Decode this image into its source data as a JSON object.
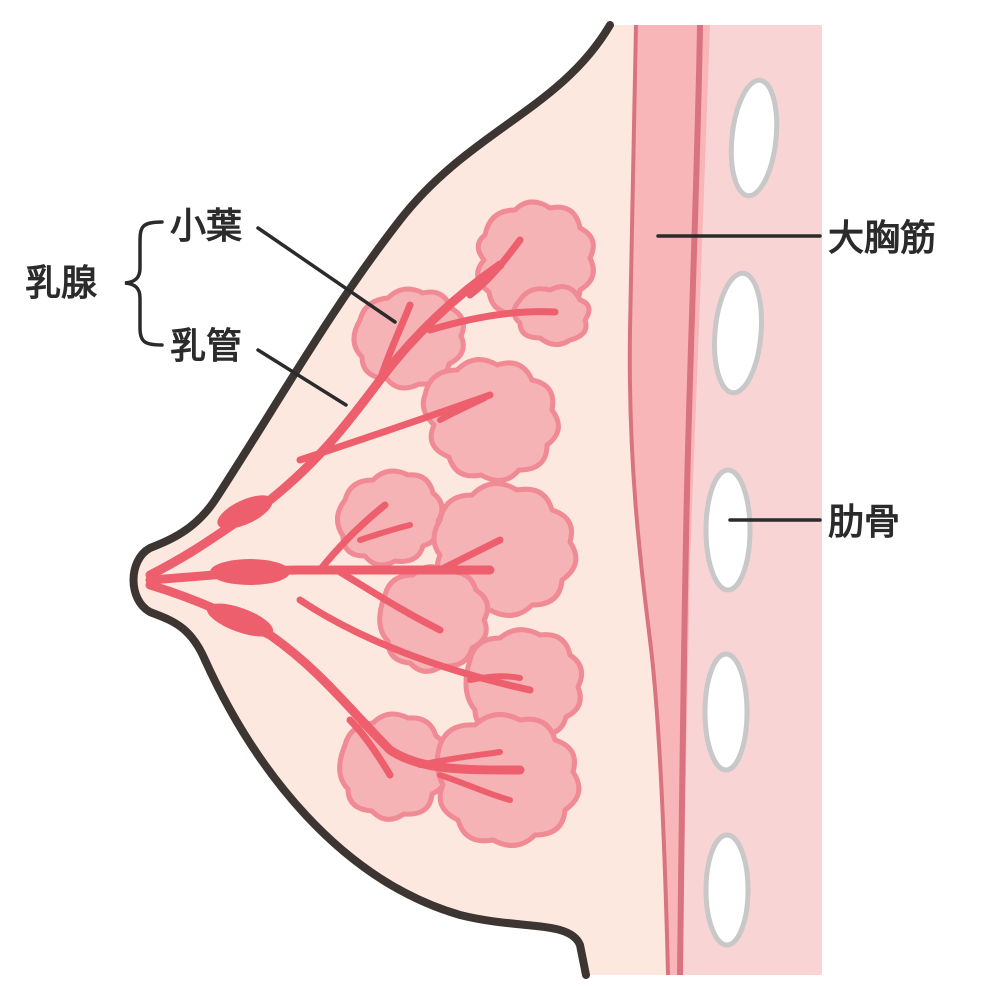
{
  "labels": {
    "gland": "乳腺",
    "lobule": "小葉",
    "duct": "乳管",
    "pectoralis": "大胸筋",
    "rib": "肋骨"
  },
  "colors": {
    "skin_fill": "#fde8df",
    "outline": "#3d3532",
    "muscle": "#f8b6b8",
    "muscle_edge": "#d9737f",
    "chest_wall": "#f9d4d4",
    "rib_fill": "#ffffff",
    "rib_edge": "#c8c8c8",
    "lobule_fill": "#f6b3b5",
    "lobule_edge": "#f08a94",
    "duct": "#ee5f6e",
    "text": "#2b2b2b"
  }
}
